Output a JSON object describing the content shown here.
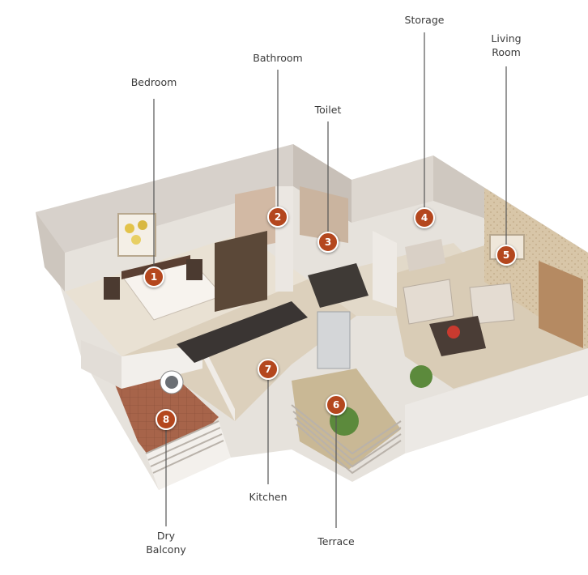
{
  "accent_color": "#b4471e",
  "rooms": [
    {
      "number": "1",
      "label": [
        "Bedroom"
      ]
    },
    {
      "number": "2",
      "label": [
        "Bathroom"
      ]
    },
    {
      "number": "3",
      "label": [
        "Toilet"
      ]
    },
    {
      "number": "4",
      "label": [
        "Storage"
      ]
    },
    {
      "number": "5",
      "label": [
        "Living",
        "Room"
      ]
    },
    {
      "number": "6",
      "label": [
        "Terrace"
      ]
    },
    {
      "number": "7",
      "label": [
        "Kitchen"
      ]
    },
    {
      "number": "8",
      "label": [
        "Dry",
        "Balcony"
      ]
    }
  ]
}
